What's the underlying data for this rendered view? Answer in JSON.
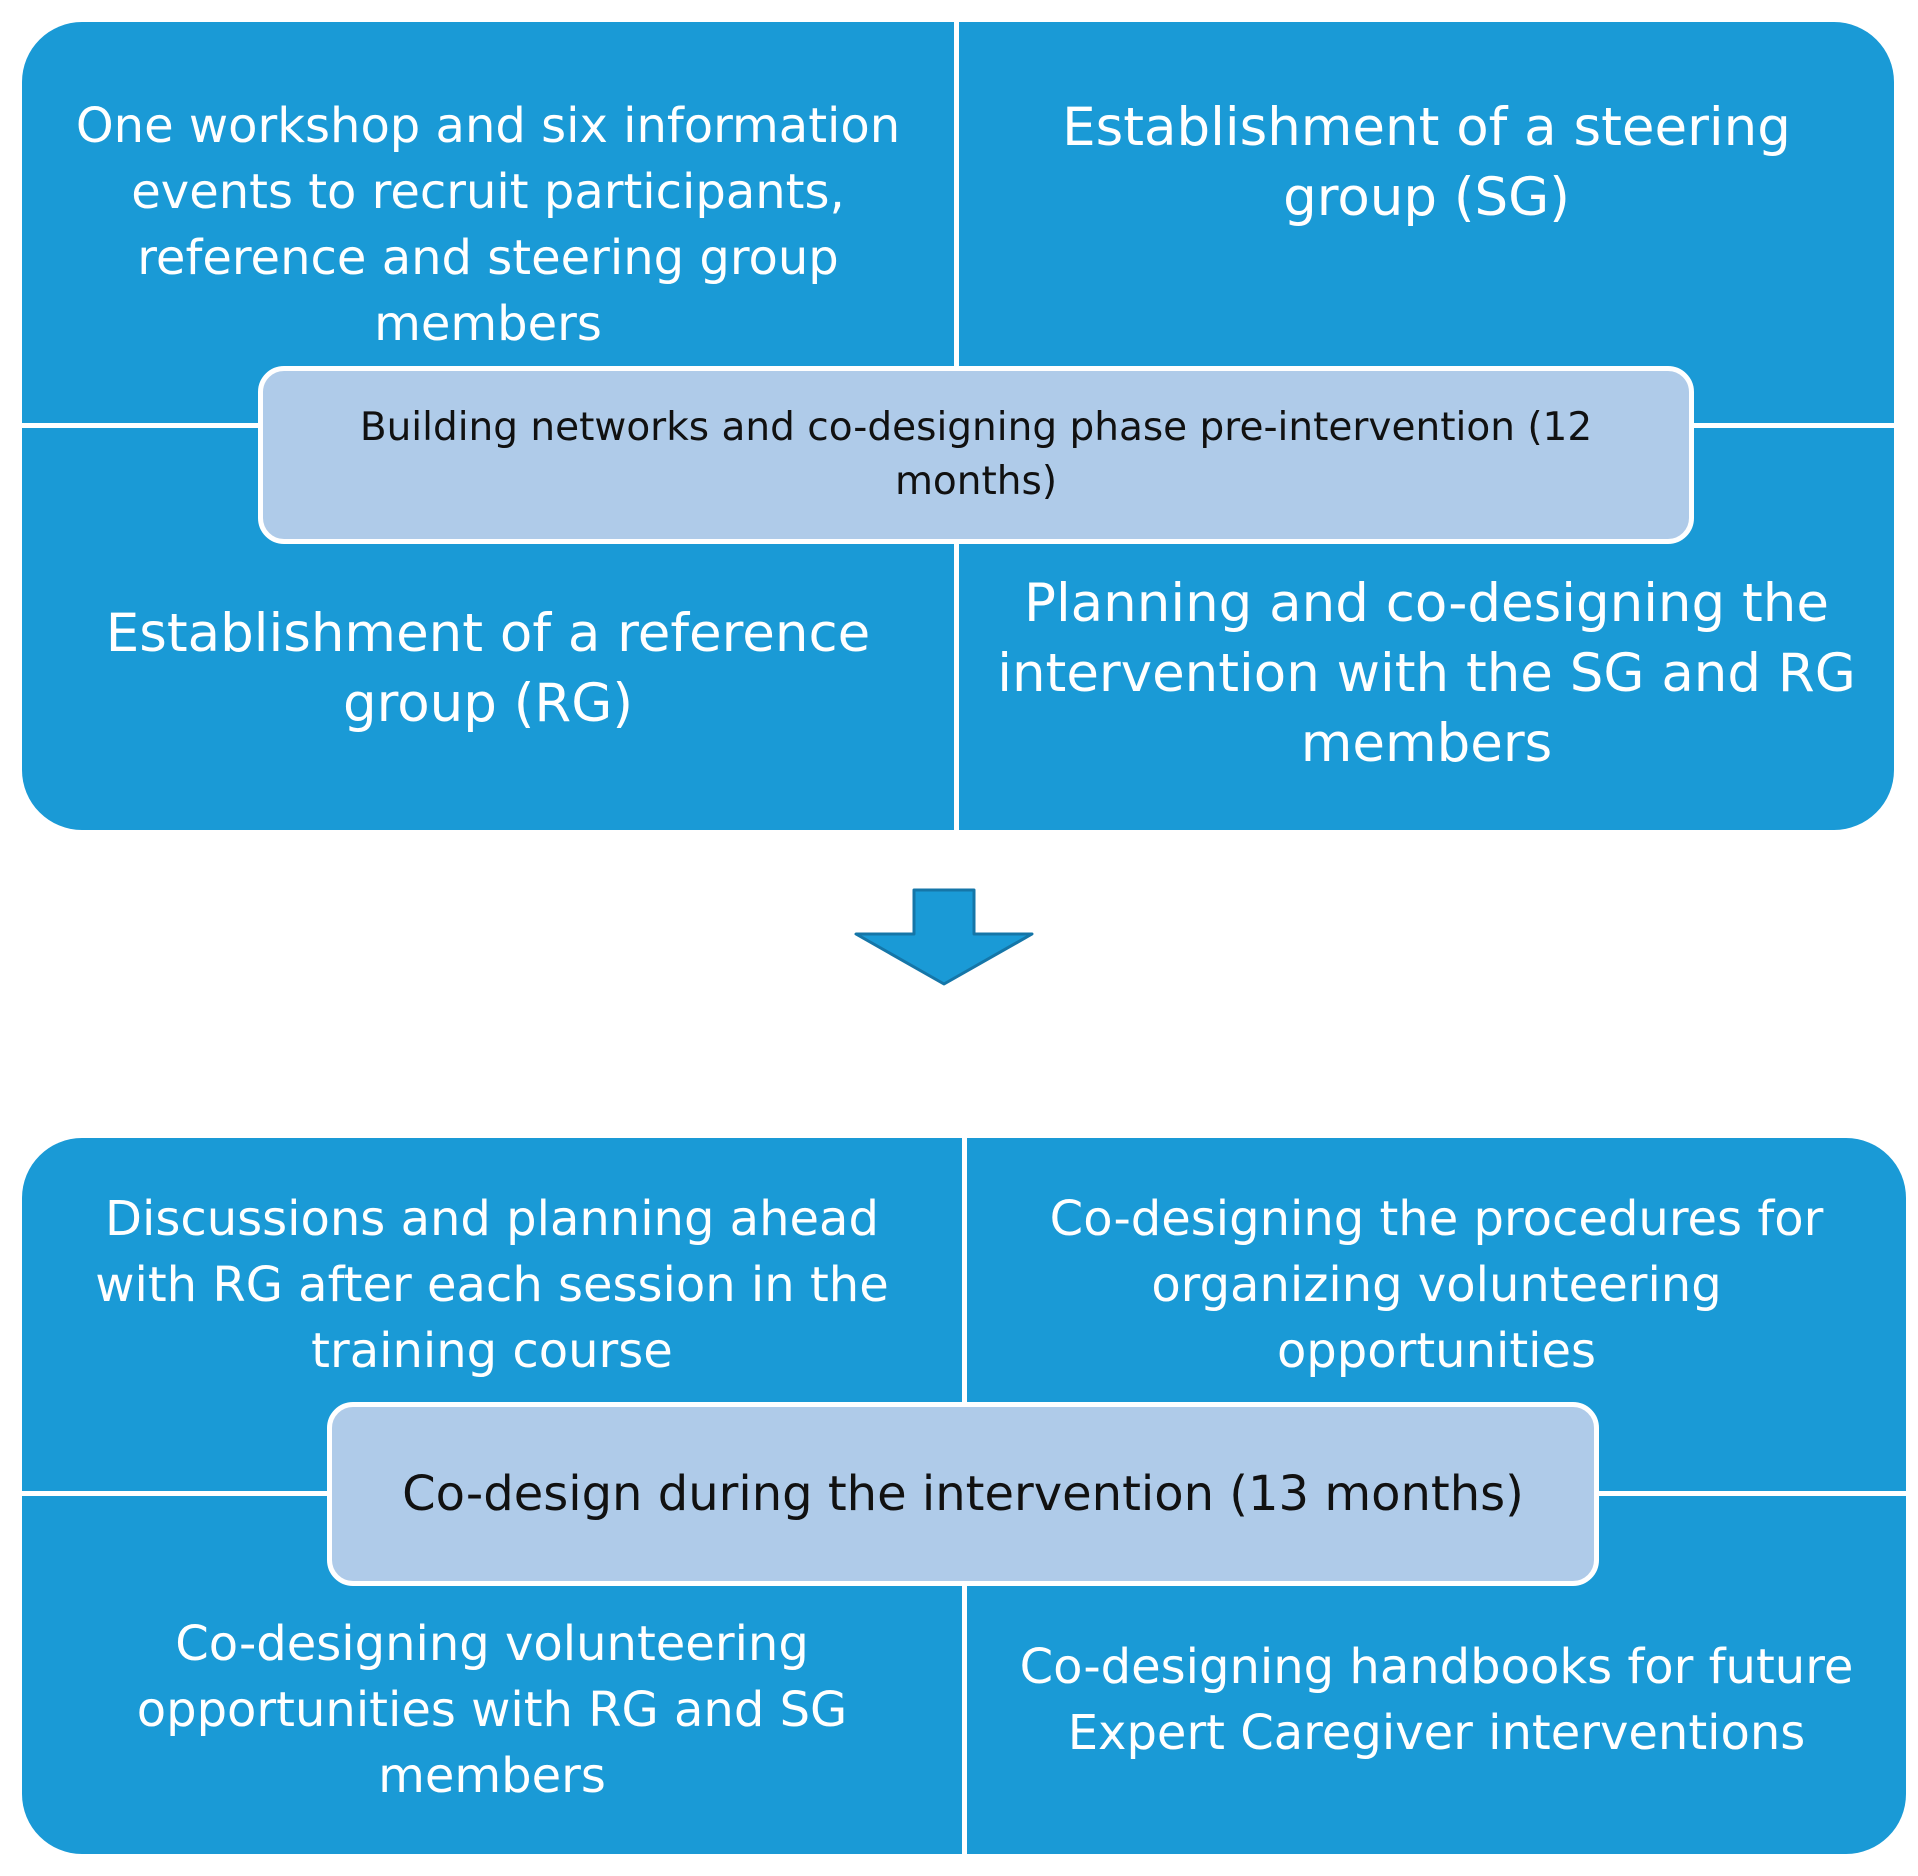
{
  "phase1": {
    "center": [
      "Building networks and co-designing phase pre-intervention (12",
      "months)"
    ],
    "top_left": [
      "One workshop and six information",
      "events to recruit participants,",
      "reference and steering group",
      "members"
    ],
    "top_right": [
      "Establishment of a steering",
      "group (SG)"
    ],
    "bottom_left": [
      "Establishment of a reference",
      "group (RG)"
    ],
    "bottom_right": [
      "Planning and co-designing the",
      "intervention with the SG and RG",
      "members"
    ]
  },
  "phase2": {
    "center": [
      "Co-design during the intervention (13 months)"
    ],
    "top_left": [
      "Discussions and planning ahead",
      "with RG after each session in the",
      "training course"
    ],
    "top_right": [
      "Co-designing the procedures for",
      "organizing volunteering",
      "opportunities"
    ],
    "bottom_left": [
      "Co-designing volunteering",
      "opportunities with RG and SG",
      "members"
    ],
    "bottom_right": [
      "Co-designing handbooks for future",
      "Expert Caregiver interventions"
    ]
  },
  "colors": {
    "panel": "#1a9ad6",
    "center_box": "#afcbe9",
    "arrow": "#1a9ad6",
    "arrow_stroke": "#1576a8"
  }
}
